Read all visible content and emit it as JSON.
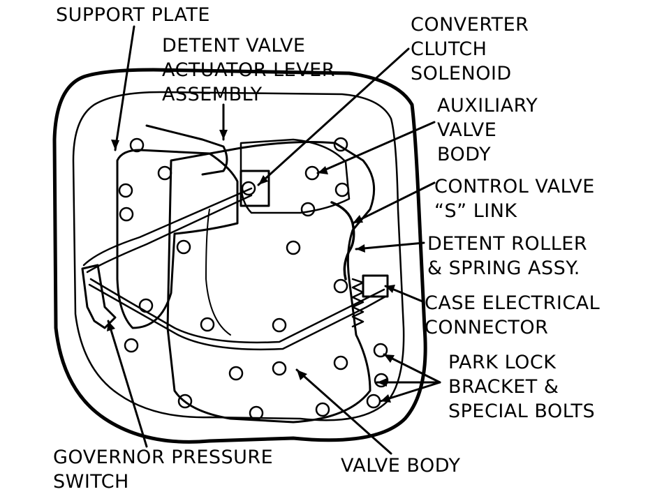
{
  "colors": {
    "ink": "#000000",
    "paper": "#ffffff"
  },
  "labels": {
    "support_plate": [
      "SUPPORT PLATE"
    ],
    "detent_valve": [
      "DETENT VALVE",
      "ACTUATOR LEVER",
      "ASSEMBLY"
    ],
    "converter_clutch": [
      "CONVERTER",
      "CLUTCH",
      "SOLENOID"
    ],
    "auxiliary_valve": [
      "AUXILIARY",
      "VALVE",
      "BODY"
    ],
    "control_valve": [
      "CONTROL VALVE",
      "“S” LINK"
    ],
    "detent_roller": [
      "DETENT ROLLER",
      "& SPRING ASSY."
    ],
    "case_connector": [
      "CASE ELECTRICAL",
      "CONNECTOR"
    ],
    "park_lock": [
      "PARK LOCK",
      "BRACKET &",
      "SPECIAL BOLTS"
    ],
    "governor": [
      "GOVERNOR PRESSURE",
      "SWITCH"
    ],
    "valve_body": [
      "VALVE BODY"
    ]
  }
}
